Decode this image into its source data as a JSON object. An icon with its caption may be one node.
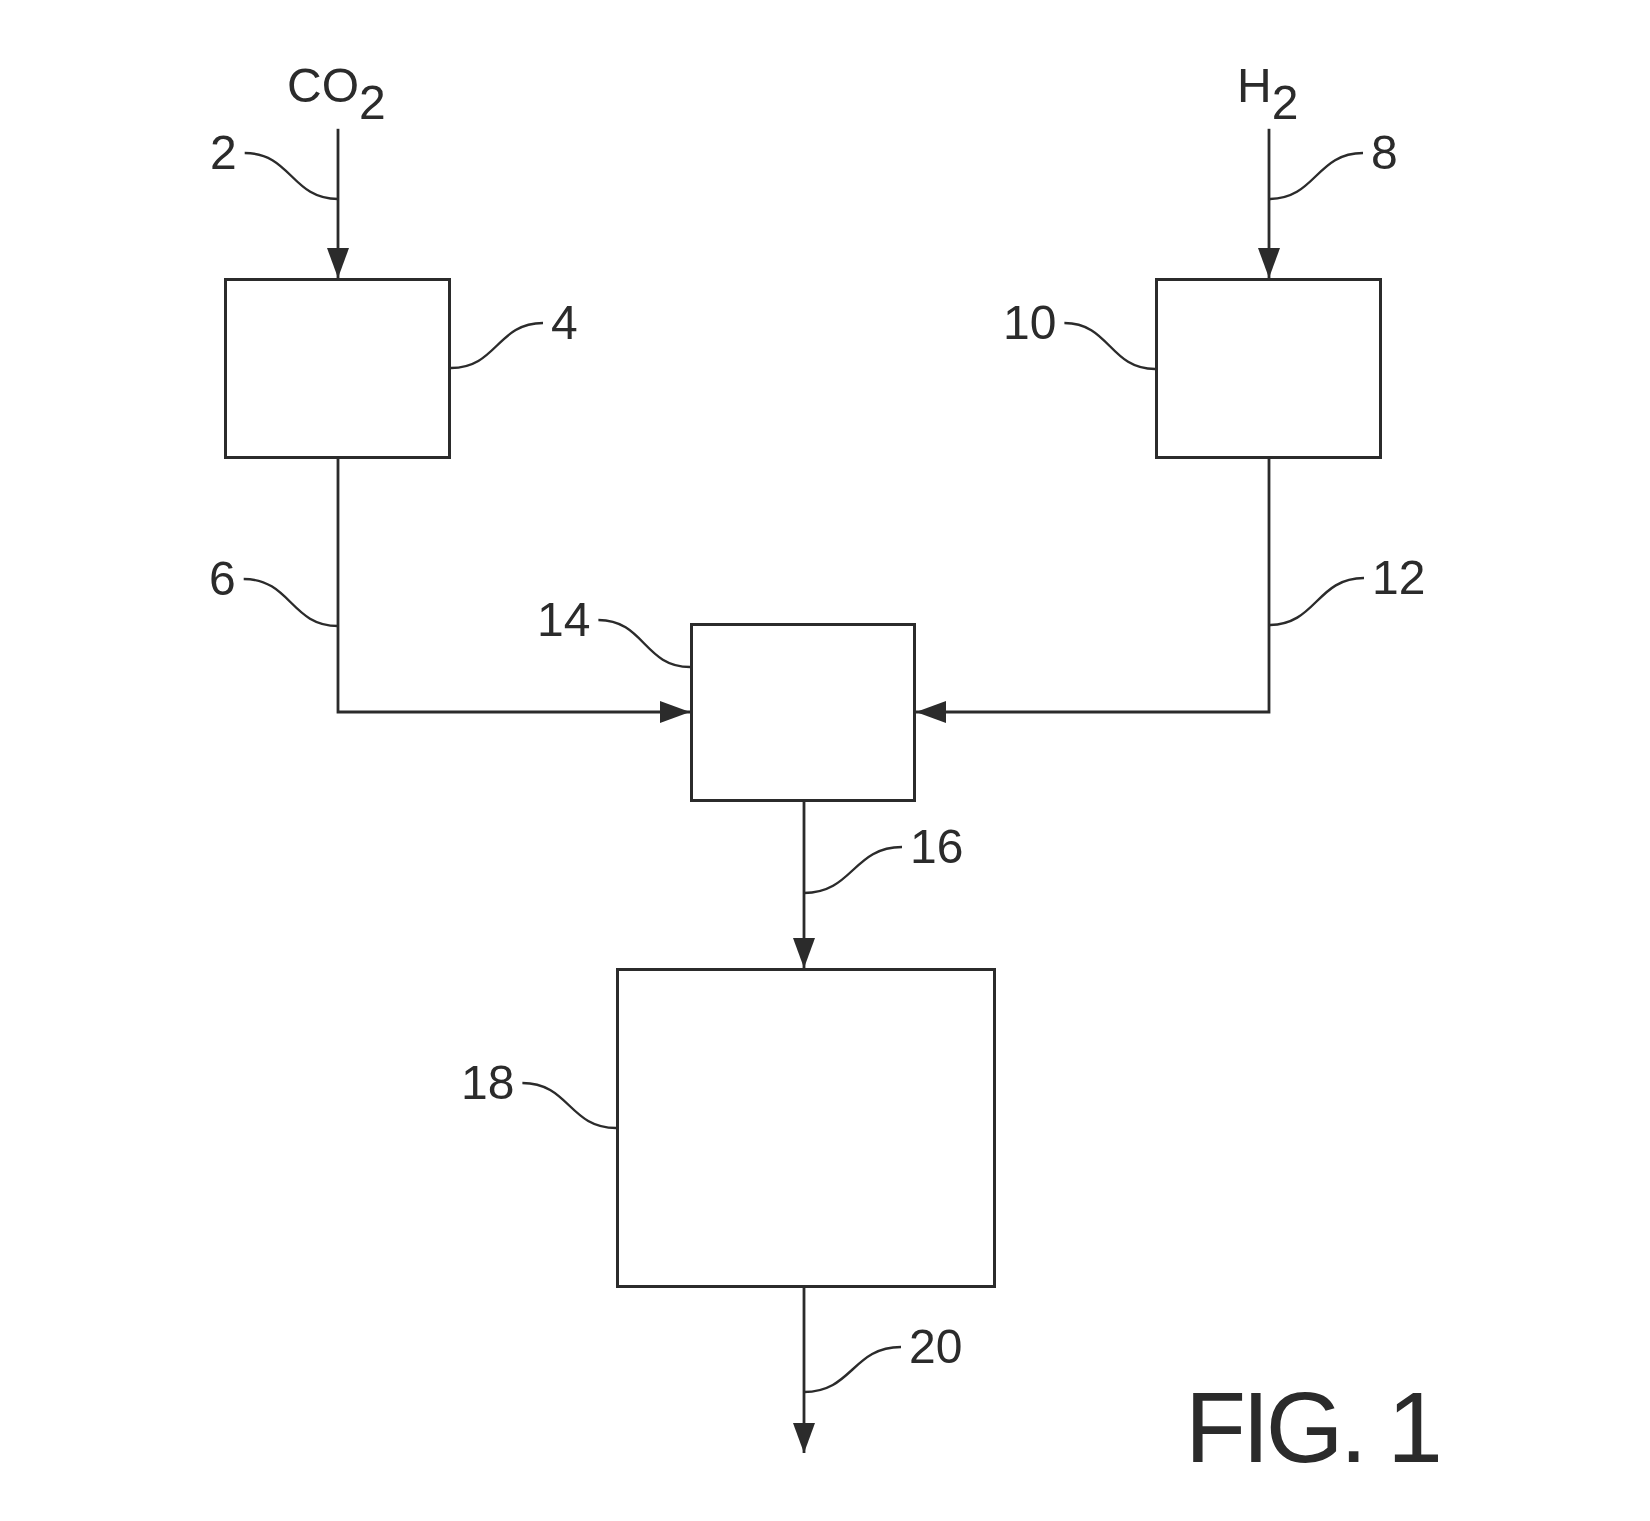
{
  "diagram": {
    "nodes": [
      {
        "text": [
          "CO$_{2}$"
        ]
      },
      {
        "text": [
          "H$_{2}$"
        ]
      },
      {
        "text": [
          "2"
        ]
      },
      {
        "text": [
          "8"
        ]
      },
      {
        "text": [],
        "shape": "box"
      },
      {
        "text": [
          "4"
        ]
      },
      {
        "text": [
          "10"
        ]
      },
      {
        "text": [],
        "shape": "box"
      },
      {
        "text": [
          "6"
        ]
      },
      {
        "text": [
          "12"
        ]
      },
      {
        "text": [
          "14"
        ]
      },
      {
        "text": [],
        "shape": "box"
      },
      {
        "text": [
          "16"
        ]
      },
      {
        "text": [],
        "shape": "box"
      },
      {
        "text": [
          "18"
        ]
      },
      {
        "text": [
          "20"
        ]
      }
    ],
    "edges": [
      {
        "from": 0,
        "to": 4,
        "arrow": "to"
      },
      {
        "from": 1,
        "to": 7,
        "arrow": "to"
      },
      {
        "from": 4,
        "to": 11,
        "arrow": "to"
      },
      {
        "from": 7,
        "to": 11,
        "arrow": "to"
      },
      {
        "from": 11,
        "to": 13,
        "arrow": "to"
      },
      {
        "from": 13,
        "to": null,
        "arrow": "to"
      },
      {
        "from": 2,
        "to": null,
        "arrow": "none"
      },
      {
        "from": 3,
        "to": null,
        "arrow": "none"
      },
      {
        "from": 5,
        "to": 4,
        "arrow": "none"
      },
      {
        "from": 6,
        "to": 7,
        "arrow": "none"
      },
      {
        "from": 8,
        "to": null,
        "arrow": "none"
      },
      {
        "from": 9,
        "to": null,
        "arrow": "none"
      },
      {
        "from": 10,
        "to": 11,
        "arrow": "none"
      },
      {
        "from": 12,
        "to": null,
        "arrow": "none"
      },
      {
        "from": 14,
        "to": 13,
        "arrow": "none"
      },
      {
        "from": 15,
        "to": null,
        "arrow": "none"
      }
    ],
    "labels": [
      "FIG. 1"
    ]
  }
}
